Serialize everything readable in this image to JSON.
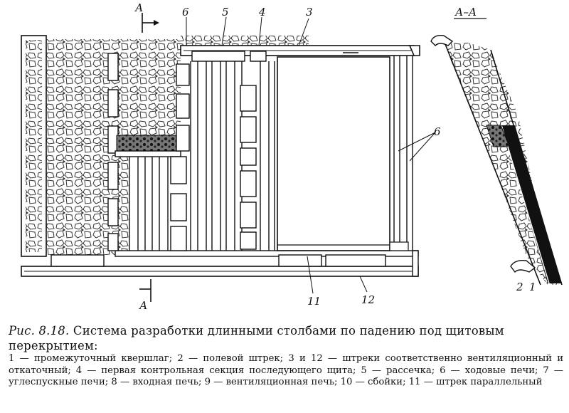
{
  "diagram": {
    "section_marker_top": "А",
    "section_marker_bottom": "А",
    "section_view_title": "А–А",
    "labels": {
      "six_left": "6",
      "five": "5",
      "four": "4",
      "three": "3",
      "six_right": "6",
      "eleven": "11",
      "twelve": "12",
      "two": "2",
      "one": "1"
    }
  },
  "caption": {
    "figure": "Рис. 8.18.",
    "title": "Система разработки длинными столбами по падению под щитовым перекрытием:",
    "legend": "1 — промежуточный квершлаг; 2 — полевой штрек; 3 и 12 — штреки соответственно вентиляционный и откаточный; 4 — первая контрольная секция последующего щита; 5 — рассечка; 6 — ходовые печи; 7 — углеспускные печи; 8 — входная печь; 9 — вентиляционная печь; 10 — сбойки; 11 — штрек параллельный"
  },
  "colors": {
    "ink": "#111111",
    "coal": "#1a1a1a",
    "rubble": "#333333"
  }
}
